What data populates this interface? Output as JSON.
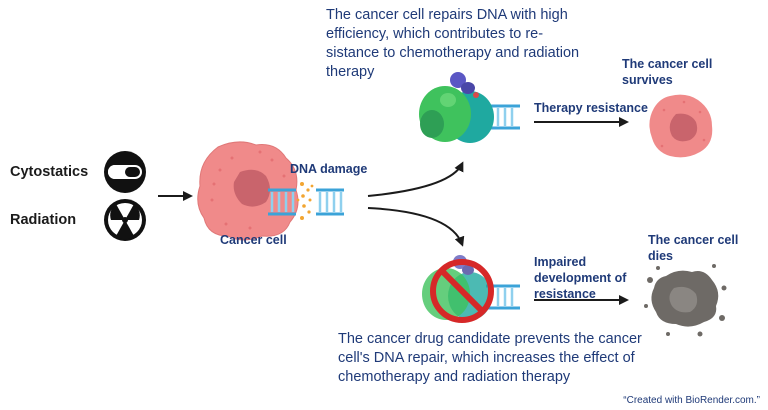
{
  "left_labels": {
    "cytostatics": "Cytostatics",
    "radiation": "Radiation"
  },
  "center": {
    "dna_damage": "DNA damage",
    "cancer_cell": "Cancer cell"
  },
  "top_branch": {
    "description": "The cancer cell repairs DNA with high efficiency, which contributes to re-sistance to chemotherapy and radiation therapy",
    "arrow_label": "Therapy resistance",
    "outcome": "The cancer cell survives"
  },
  "bottom_branch": {
    "description": "The cancer drug candidate prevents the cancer cell's DNA repair, which increases the effect of chemotherapy and radiation therapy",
    "arrow_label": "Impaired development of resistance",
    "outcome": "The cancer cell dies"
  },
  "credit": "“Created with BioRender.com.”",
  "colors": {
    "text_blue": "#1f3a78",
    "cell_pink": "#f08a8a",
    "nucleus": "#c9646c",
    "dna_blue": "#3ba3d8",
    "prohibition_red": "#d62828",
    "dead_cell_gray": "#6e6a66"
  }
}
